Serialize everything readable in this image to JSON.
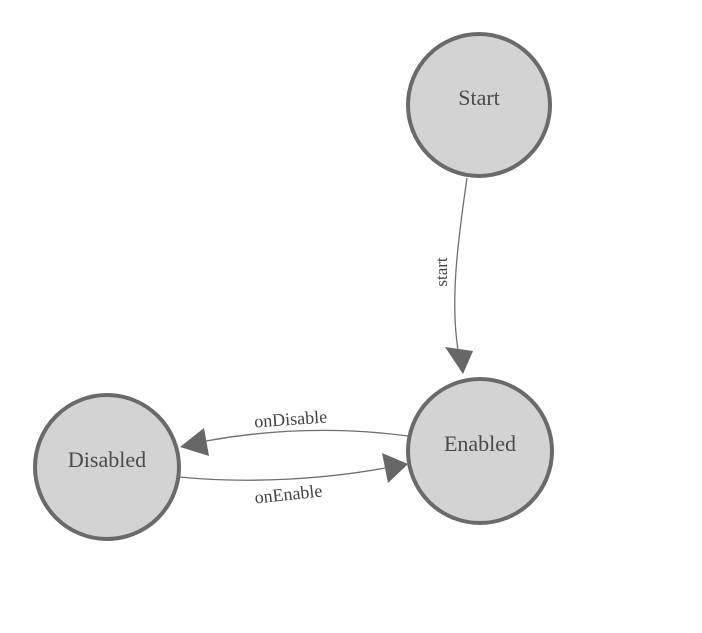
{
  "diagram": {
    "type": "state-machine",
    "background_color": "#ffffff",
    "node_fill_color": "#d3d3d3",
    "node_border_color": "#6a6a6a",
    "edge_line_color": "#6f6f6f",
    "arrowhead_color": "#676767",
    "label_text_color": "#434343",
    "nodes": [
      {
        "id": "start",
        "label": "Start"
      },
      {
        "id": "enabled",
        "label": "Enabled"
      },
      {
        "id": "disabled",
        "label": "Disabled"
      }
    ],
    "edges": [
      {
        "from": "Start",
        "to": "Enabled",
        "label": "start"
      },
      {
        "from": "Enabled",
        "to": "Disabled",
        "label": "onDisable"
      },
      {
        "from": "Disabled",
        "to": "Enabled",
        "label": "onEnable"
      }
    ]
  }
}
